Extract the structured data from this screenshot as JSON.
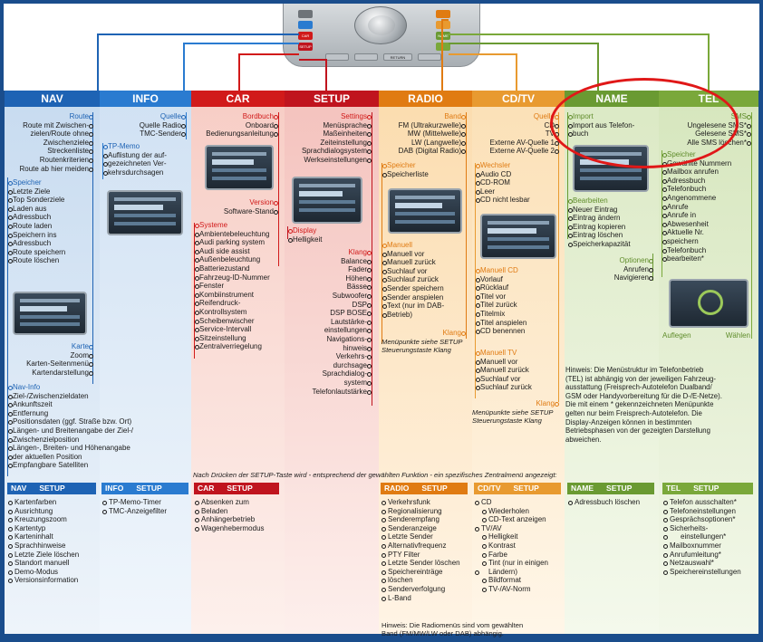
{
  "headers": {
    "nav": "NAV",
    "info": "INFO",
    "car": "CAR",
    "setup": "SETUP",
    "radio": "RADIO",
    "cdtv": "CD/TV",
    "name": "NAME",
    "tel": "TEL"
  },
  "device_buttons": {
    "name": "NAME",
    "car": "CAR",
    "setup": "SETUP",
    "return": "RETURN"
  },
  "nav": {
    "route_title": "Route",
    "route_items": [
      "Route mit Zwischen-",
      "zielen/Route ohne",
      "Zwischenziele",
      "Streckenliste",
      "Routenkriterien",
      "Route ab hier meiden"
    ],
    "speicher_title": "Speicher",
    "speicher_items": [
      "Letzte Ziele",
      "Top Sonderziele",
      "Laden aus",
      "Adressbuch",
      "Route laden",
      "Speichern ins",
      "Adressbuch",
      "Route speichern",
      "Route löschen"
    ],
    "karte_title": "Karte",
    "karte_items": [
      "Zoom",
      "Karten-Seitenmenü",
      "Kartendarstellung"
    ],
    "navinfo_title": "Nav-Info",
    "navinfo_items": [
      "Ziel-/Zwischenzieldaten",
      "Ankunftszeit",
      "Entfernung",
      "Positionsdaten (ggf. Straße bzw. Ort)",
      "Längen- und Breitenangabe der Ziel-/",
      "Zwischenzielposition",
      "Längen-, Breiten- und Höhenangabe",
      "der aktuellen Position",
      "Empfangbare Satelliten"
    ]
  },
  "info": {
    "quelle_title": "Quelle",
    "quelle_items": [
      "Quelle Radio",
      "TMC-Sender"
    ],
    "tpmemo_title": "TP-Memo",
    "tpmemo_items": [
      "Auflistung der auf-",
      "gezeichneten Ver-",
      "kehrsdurchsagen"
    ]
  },
  "car": {
    "bordbuch_title": "Bordbuch",
    "bordbuch_items": [
      "Onboard",
      "Bedienungsanleitung"
    ],
    "version_title": "Version",
    "version_items": [
      "Software-Stand"
    ],
    "systeme_title": "Systeme",
    "systeme_items": [
      "Ambientebeleuchtung",
      "Audi parking system",
      "Audi side assist",
      "Außenbeleuchtung",
      "Batteriezustand",
      "Fahrzeug-ID-Nummer",
      "Fenster",
      "Kombiinstrument",
      "Reifendruck-",
      "Kontrollsystem",
      "Scheibenwischer",
      "Service-Intervall",
      "Sitzeinstellung",
      "Zentralverriegelung"
    ]
  },
  "setup": {
    "settings_title": "Settings",
    "settings_items": [
      "Menüsprache",
      "Maßeinheiten",
      "Zeiteinstellung",
      "Sprachdialogsystem",
      "Werkseinstellungen"
    ],
    "display_title": "Display",
    "display_items": [
      "Helligkeit"
    ],
    "klang_title": "Klang",
    "klang_items": [
      "Balance",
      "Fader",
      "Höhen",
      "Bässe",
      "Subwoofer",
      "DSP",
      "DSP BOSE",
      "Lautstärke-",
      "einstellungen",
      "Navigations-",
      "hinweis",
      "Verkehrs-",
      "durchsage",
      "Sprachdialog-",
      "system",
      "Telefonlautstärke"
    ]
  },
  "radio": {
    "band_title": "Band",
    "band_items": [
      "FM (Ultrakurzwelle)",
      "MW (Mittelwelle)",
      "LW (Langwelle)",
      "DAB (Digital Radio)"
    ],
    "speicher_title": "Speicher",
    "speicher_items": [
      "Speicherliste"
    ],
    "manuell_title": "Manuell",
    "manuell_items": [
      "Manuell vor",
      "Manuell zurück",
      "Suchlauf vor",
      "Suchlauf zurück",
      "Sender speichern",
      "Sender anspielen",
      "Text (nur im DAB-",
      "Betrieb)"
    ],
    "klang_title": "Klang",
    "klang_note": [
      "Menüpunkte siehe SETUP",
      "Steuerungstaste Klang"
    ]
  },
  "cdtv": {
    "quelle_title": "Quelle",
    "quelle_items": [
      "CD",
      "TV",
      "Externe AV-Quelle 1",
      "Externe AV-Quelle 2"
    ],
    "wechsler_title": "Wechsler",
    "wechsler_items": [
      "Audio CD",
      "CD-ROM",
      "Leer",
      "CD nicht lesbar"
    ],
    "manuellcd_title": "Manuell CD",
    "manuellcd_items": [
      "Vorlauf",
      "Rücklauf",
      "Titel vor",
      "Titel zurück",
      "Titelmix",
      "Titel anspielen",
      "CD benennen"
    ],
    "manuelltv_title": "Manuell TV",
    "manuelltv_items": [
      "Manuell vor",
      "Manuell zurück",
      "Suchlauf vor",
      "Suchlauf zurück"
    ],
    "klang_title": "Klang",
    "klang_note": [
      "Menüpunkte siehe SETUP",
      "Steuerungstaste Klang"
    ]
  },
  "name": {
    "import_title": "Import",
    "import_items": [
      "Import aus Telefon-",
      "buch"
    ],
    "bearbeiten_title": "Bearbeiten",
    "bearbeiten_items": [
      "Neuer Eintrag",
      "Eintrag ändern",
      "Eintrag kopieren",
      "Eintrag löschen",
      "Speicherkapazität"
    ],
    "optionen_title": "Optionen",
    "optionen_items": [
      "Anrufen",
      "Navigieren"
    ]
  },
  "tel": {
    "sms_title": "SMS",
    "sms_items": [
      "Ungelesene SMS*",
      "Gelesene SMS*",
      "Alle SMS löschen*"
    ],
    "speicher_title": "Speicher",
    "speicher_items": [
      "Gewählte Nummern",
      "Mailbox anrufen",
      "Adressbuch",
      "Telefonbuch",
      "Angenommene",
      "Anrufe",
      "Anrufe in",
      "Abwesenheit",
      "Aktuelle Nr.",
      "speichern",
      "Telefonbuch",
      "bearbeiten*"
    ],
    "auflegen": "Auflegen",
    "waehlen": "Wählen"
  },
  "hinweis_tel": [
    "Hinweis: Die Menüstruktur im Telefonbetrieb",
    "(TEL) ist abhängig von der jeweiligen Fahrzeug-",
    "ausstattung (Freisprech-Autotelefon Dualband/",
    "GSM oder Handyvorbereitung für die D-/E-Netze).",
    "Die mit einem * gekennzeichneten Menüpunkte",
    "gelten nur beim Freisprech-Autotelefon. Die",
    "Display-Anzeigen können in bestimmten",
    "Betriebsphasen von der gezeigten Darstellung",
    "abweichen."
  ],
  "setup_caption": "Nach Drücken der SETUP-Taste wird - entsprechend der gewählten Funktion - ein spezifisches Zentralmenü angezeigt:",
  "bottom": {
    "nav_hdr": [
      "NAV",
      "SETUP"
    ],
    "nav_items": [
      "Kartenfarben",
      "Ausrichtung",
      "Kreuzungszoom",
      "Kartentyp",
      "Karteninhalt",
      "Sprachhinweise",
      "Letzte Ziele löschen",
      "Standort manuell",
      "Demo-Modus",
      "Versionsinformation"
    ],
    "info_hdr": [
      "INFO",
      "SETUP"
    ],
    "info_items": [
      "TP-Memo-Timer",
      "TMC-Anzeigefilter"
    ],
    "car_hdr": [
      "CAR",
      "SETUP"
    ],
    "car_items": [
      "Absenken zum",
      "Beladen",
      "Anhängerbetrieb",
      "Wagenhebermodus"
    ],
    "radio_hdr": [
      "RADIO",
      "SETUP"
    ],
    "radio_items": [
      "Verkehrsfunk",
      "Regionalisierung",
      "Senderempfang",
      "Senderanzeige",
      "Letzte Sender",
      "Alternativfrequenz",
      "PTY Filter",
      "Letzte Sender löschen",
      "Speichereinträge",
      "löschen",
      "Senderverfolgung",
      "L-Band"
    ],
    "radio_hinweis": [
      "Hinweis: Die Radiomenüs sind vom gewählten",
      "Band (FM/MW/LW oder DAB) abhängig."
    ],
    "cdtv_hdr": [
      "CD/TV",
      "SETUP"
    ],
    "cdtv_items": [
      "CD",
      "Wiederholen",
      "CD-Text anzeigen",
      "TV/AV",
      "Helligkeit",
      "Kontrast",
      "Farbe",
      "Tint (nur in einigen",
      "Ländern)",
      "Bildformat",
      "TV-/AV-Norm"
    ],
    "name_hdr": [
      "NAME",
      "SETUP"
    ],
    "name_items": [
      "Adressbuch löschen"
    ],
    "tel_hdr": [
      "TEL",
      "SETUP"
    ],
    "tel_items": [
      "Telefon ausschalten*",
      "Telefoneinstellungen",
      "Gesprächsoptionen*",
      "Sicherheits-",
      "einstellungen*",
      "Mailboxnummer",
      "Anrufumleitung*",
      "Netzauswahl*",
      "Speichereinstellungen"
    ]
  },
  "colors": {
    "nav": "#1e63b4",
    "car": "#d11a1a",
    "radio": "#e07b12",
    "name": "#6a9a32"
  }
}
